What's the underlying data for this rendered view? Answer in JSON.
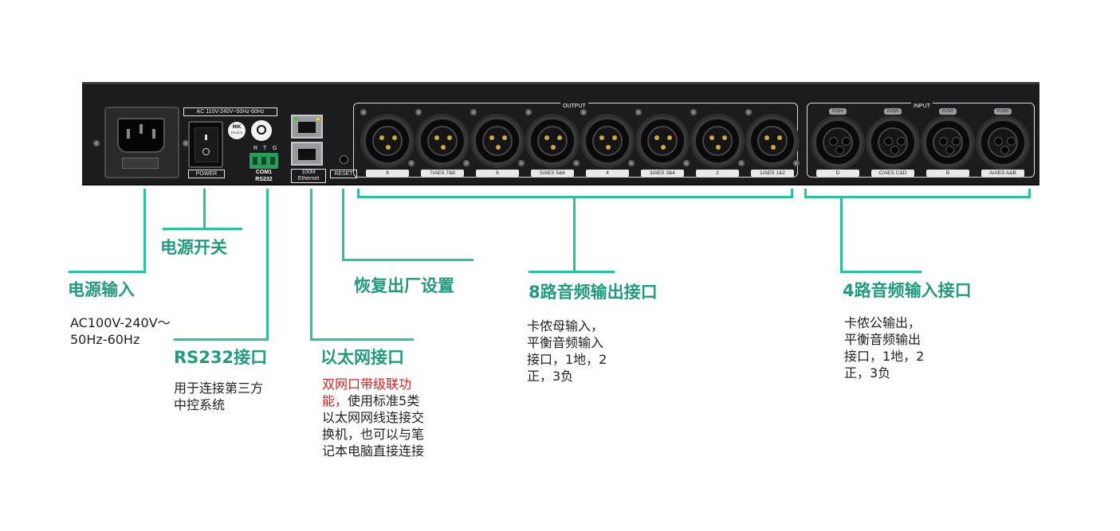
{
  "panel": {
    "power_spec": "AC 110V-240V~50Hz-60Hz",
    "power_label": "POWER",
    "badge_96k": "96K",
    "badge_96k_sub": "FR ACS",
    "rtg": [
      "R",
      "T",
      "G"
    ],
    "com_label": "COM1\nRS232",
    "ethernet_label": "100M\nEthernet",
    "reset_label": "RESET",
    "output_label": "OUTPUT",
    "input_label": "INPUT",
    "push_label": "PUSH",
    "outputs": [
      "8",
      "7/AES 7&8",
      "6",
      "5/AES 5&6",
      "4",
      "3/AES 3&4",
      "2",
      "1/AES 1&2"
    ],
    "inputs": [
      "D",
      "C/AES C&D",
      "B",
      "A/AES A&B"
    ]
  },
  "callouts": {
    "power_switch": {
      "title": "电源开关"
    },
    "power_input": {
      "title": "电源输入",
      "desc_lines": [
        "AC100V-240V～",
        "50Hz-60Hz"
      ]
    },
    "rs232": {
      "title": "RS232接口",
      "desc_lines": [
        "用于连接第三方",
        "中控系统"
      ]
    },
    "ethernet": {
      "title": "以太网接口",
      "desc_red": "双网口带级联功能，",
      "desc_black": "使用标准5类以太网网线连接交换机，也可以与笔记本电脑直接连接"
    },
    "reset": {
      "title": "恢复出厂设置"
    },
    "output8": {
      "title": "8路音频输出接口",
      "desc_lines": [
        "卡侬母输入，",
        "平衡音频输入",
        "接口，1地，2",
        "正，3负"
      ]
    },
    "input4": {
      "title": "4路音频输入接口",
      "desc_lines": [
        "卡侬公输出，",
        "平衡音频输出",
        "接口，1地，2",
        "正，3负"
      ]
    }
  },
  "colors": {
    "accent": "#2fbf9f",
    "title": "#239a7e",
    "highlight": "#d42020"
  }
}
